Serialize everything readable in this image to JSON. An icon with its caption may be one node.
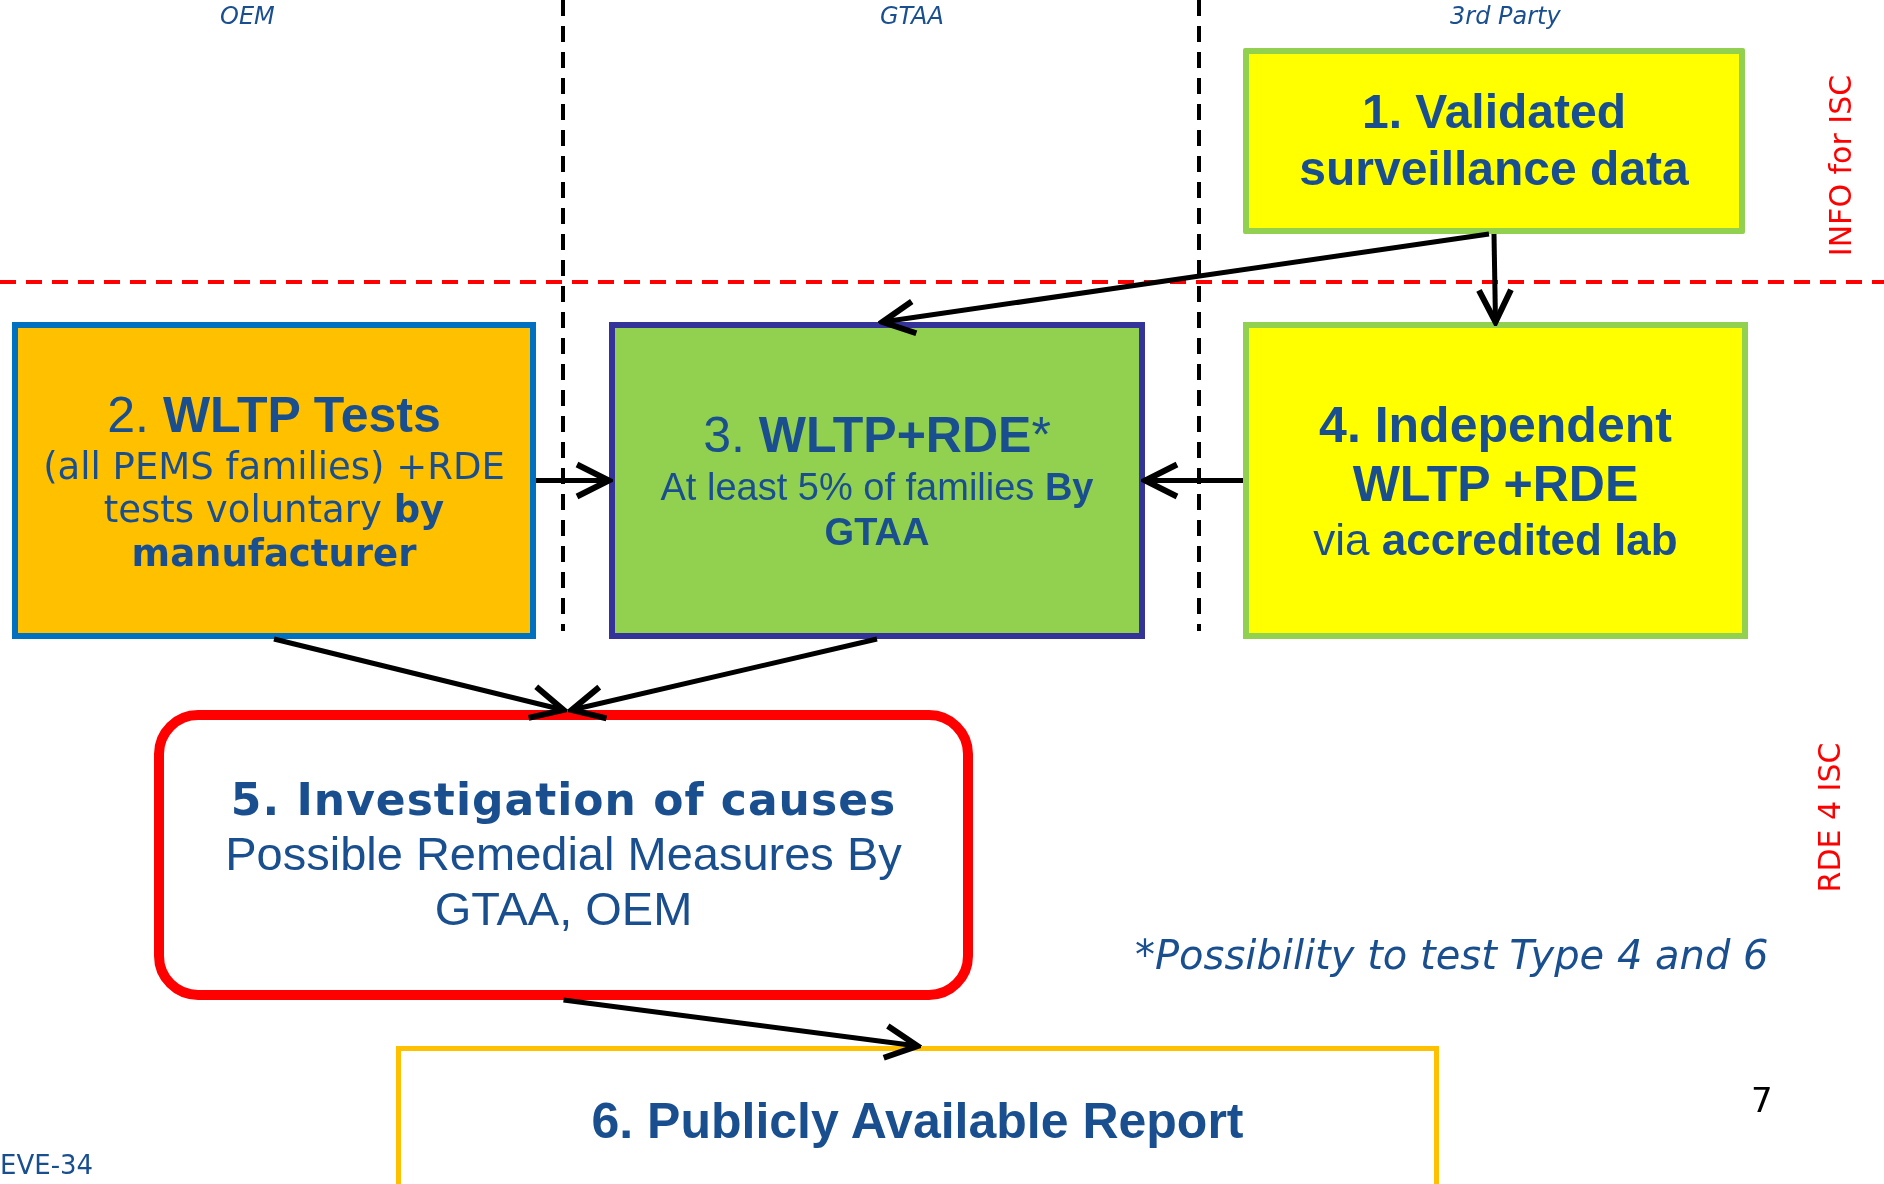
{
  "diagram": {
    "nodes": [
      {
        "text": [
          "1. Validated surveillance data"
        ]
      },
      {
        "text": [
          "2. **WLTP Tests**",
          "(all PEMS families) +RDE tests voluntary **by manufacturer**"
        ]
      },
      {
        "text": [
          "3. **WLTP+RDE***",
          "At least 5% of families **By GTAA**"
        ]
      },
      {
        "text": [
          "4. Independent WLTP +RDE",
          "via **accredited lab**"
        ]
      },
      {
        "text": [
          "5. Investigation of causes",
          "Possible Remedial Measures By GTAA, OEM"
        ]
      },
      {
        "text": [
          "6. Publicly Available Report"
        ]
      }
    ],
    "edges": [
      {
        "from": 0,
        "to": 2,
        "arrow": "to"
      },
      {
        "from": 0,
        "to": 3,
        "arrow": "to"
      },
      {
        "from": 1,
        "to": 2,
        "arrow": "to"
      },
      {
        "from": 3,
        "to": 2,
        "arrow": "to"
      },
      {
        "from": 1,
        "to": 4,
        "arrow": "to"
      },
      {
        "from": 2,
        "to": 4,
        "arrow": "to"
      },
      {
        "from": 4,
        "to": 5,
        "arrow": "to"
      }
    ],
    "labels": [
      "OEM",
      "GTAA",
      "3rd Party",
      "INFO for ISC",
      "RDE 4 ISC",
      "*Possibility to test Type 4 and 6",
      "7",
      "EVE-34"
    ]
  }
}
